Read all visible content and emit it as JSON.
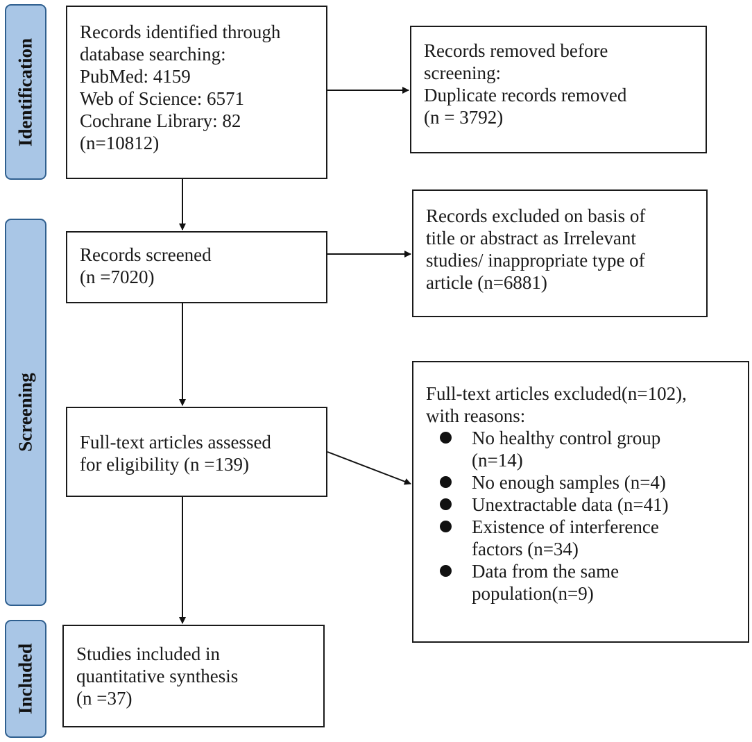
{
  "phases": {
    "identification": "Identification",
    "screening": "Screening",
    "included": "Included"
  },
  "boxes": {
    "identified": [
      "Records identified through",
      "database searching:",
      "PubMed: 4159",
      "Web of Science: 6571",
      "Cochrane Library: 82",
      "(n=10812)"
    ],
    "removed": [
      "Records removed before",
      "screening:",
      "Duplicate records removed",
      "(n = 3792)"
    ],
    "screened": [
      "Records screened",
      "(n =7020)"
    ],
    "excluded_title": [
      "Records excluded on basis of",
      "title or abstract as Irrelevant",
      "studies/ inappropriate type of",
      "article (n=6881)"
    ],
    "fulltext": [
      "Full-text articles assessed",
      "for eligibility (n =139)"
    ],
    "excluded_fulltext": {
      "heading": [
        "Full-text articles excluded(n=102),",
        "with reasons:"
      ],
      "reasons": [
        [
          "No healthy control group",
          "(n=14)"
        ],
        [
          "No enough samples (n=4)"
        ],
        [
          "Unextractable data (n=41)"
        ],
        [
          "Existence of interference",
          "factors (n=34)"
        ],
        [
          "Data from the same",
          "population(n=9)"
        ]
      ]
    },
    "included": [
      "Studies included in",
      "quantitative synthesis",
      "(n =37)"
    ]
  }
}
